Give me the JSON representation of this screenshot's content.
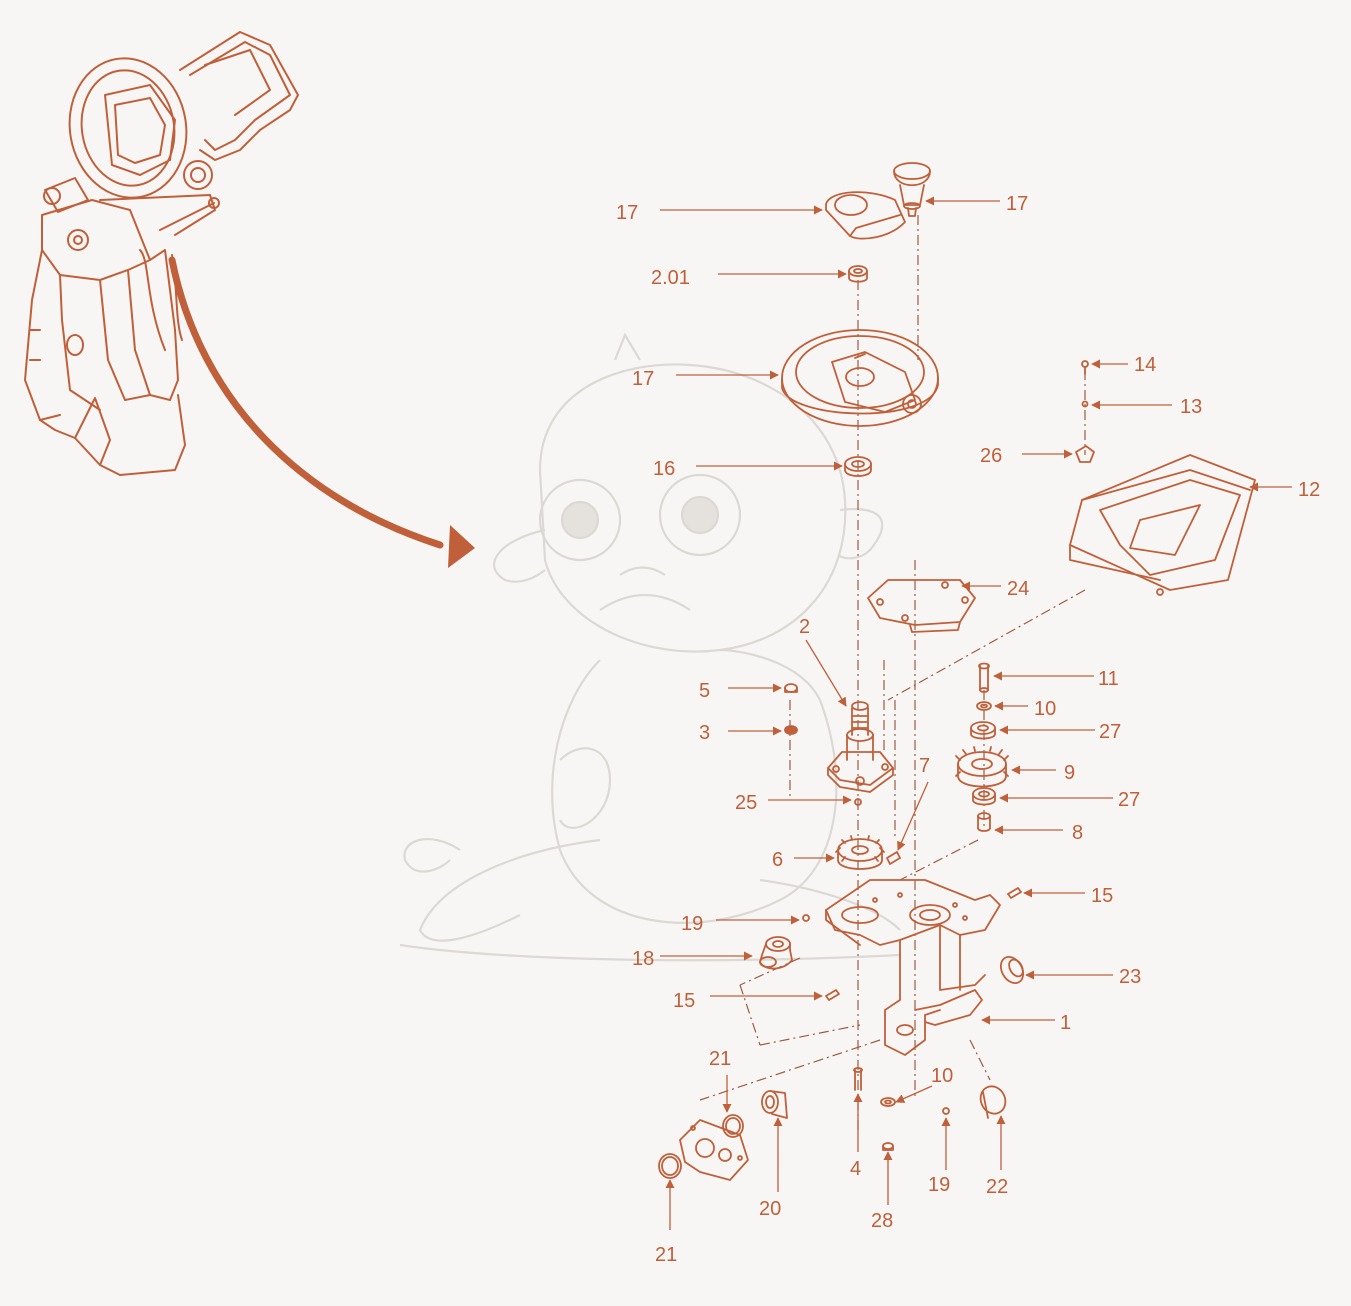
{
  "colors": {
    "accent": "#c0603a",
    "stroke": "#c0603a",
    "background": "#f8f6f4",
    "watermark": "#d8d4d0"
  },
  "diagram": {
    "type": "exploded-parts-view",
    "watermark": "baby-dragon-illustration",
    "callouts": [
      {
        "id": "c17a",
        "label": "17"
      },
      {
        "id": "c17b",
        "label": "17"
      },
      {
        "id": "c201",
        "label": "2.01"
      },
      {
        "id": "c17c",
        "label": "17"
      },
      {
        "id": "c14",
        "label": "14"
      },
      {
        "id": "c13",
        "label": "13"
      },
      {
        "id": "c26",
        "label": "26"
      },
      {
        "id": "c12",
        "label": "12"
      },
      {
        "id": "c16",
        "label": "16"
      },
      {
        "id": "c24",
        "label": "24"
      },
      {
        "id": "c2",
        "label": "2"
      },
      {
        "id": "c11",
        "label": "11"
      },
      {
        "id": "c5",
        "label": "5"
      },
      {
        "id": "c10a",
        "label": "10"
      },
      {
        "id": "c27a",
        "label": "27"
      },
      {
        "id": "c3",
        "label": "3"
      },
      {
        "id": "c7",
        "label": "7"
      },
      {
        "id": "c9",
        "label": "9"
      },
      {
        "id": "c25",
        "label": "25"
      },
      {
        "id": "c27b",
        "label": "27"
      },
      {
        "id": "c8",
        "label": "8"
      },
      {
        "id": "c6",
        "label": "6"
      },
      {
        "id": "c15a",
        "label": "15"
      },
      {
        "id": "c19a",
        "label": "19"
      },
      {
        "id": "c18",
        "label": "18"
      },
      {
        "id": "c23",
        "label": "23"
      },
      {
        "id": "c15b",
        "label": "15"
      },
      {
        "id": "c1",
        "label": "1"
      },
      {
        "id": "c21a",
        "label": "21"
      },
      {
        "id": "c10b",
        "label": "10"
      },
      {
        "id": "c4",
        "label": "4"
      },
      {
        "id": "c20",
        "label": "20"
      },
      {
        "id": "c28",
        "label": "28"
      },
      {
        "id": "c19b",
        "label": "19"
      },
      {
        "id": "c22",
        "label": "22"
      },
      {
        "id": "c21b",
        "label": "21"
      }
    ]
  }
}
